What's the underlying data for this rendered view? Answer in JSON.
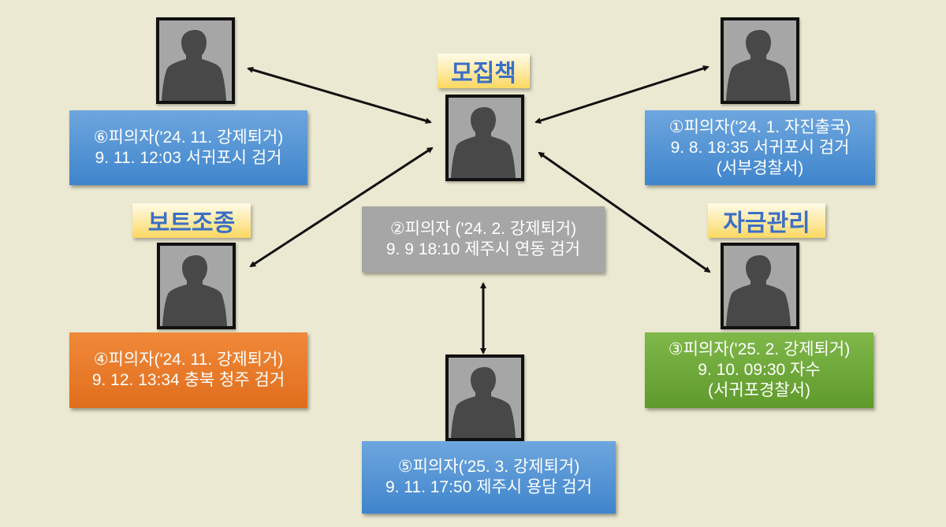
{
  "roles": {
    "recruiter": "모집책",
    "boat_operator": "보트조종",
    "fund_manager": "자금관리"
  },
  "suspects": [
    {
      "id": "1",
      "line1": "①피의자('24. 1. 자진출국)",
      "line2": "9. 8. 18:35 서귀포시 검거",
      "line3": "(서부경찰서)",
      "color": "#4a8fd3"
    },
    {
      "id": "2",
      "line1": "②피의자 ('24. 2. 강제퇴거)",
      "line2": "9. 9 18:10 제주시 연동 검거",
      "color": "#a6a6a6"
    },
    {
      "id": "3",
      "line1": "③피의자('25. 2. 강제퇴거)",
      "line2": "9. 10. 09:30 자수",
      "line3": "(서귀포경찰서)",
      "color": "#6aa83a"
    },
    {
      "id": "4",
      "line1": "④피의자('24. 11. 강제퇴거)",
      "line2": "9. 12. 13:34 충북 청주 검거",
      "color": "#e87a2a"
    },
    {
      "id": "5",
      "line1": "⑤피의자('25. 3. 강제퇴거)",
      "line2": "9. 11. 17:50 제주시 용담 검거",
      "color": "#4a8fd3"
    },
    {
      "id": "6",
      "line1": "⑥피의자('24. 11. 강제퇴거)",
      "line2": "9. 11. 12:03 서귀포시 검거",
      "color": "#4a8fd3"
    }
  ]
}
